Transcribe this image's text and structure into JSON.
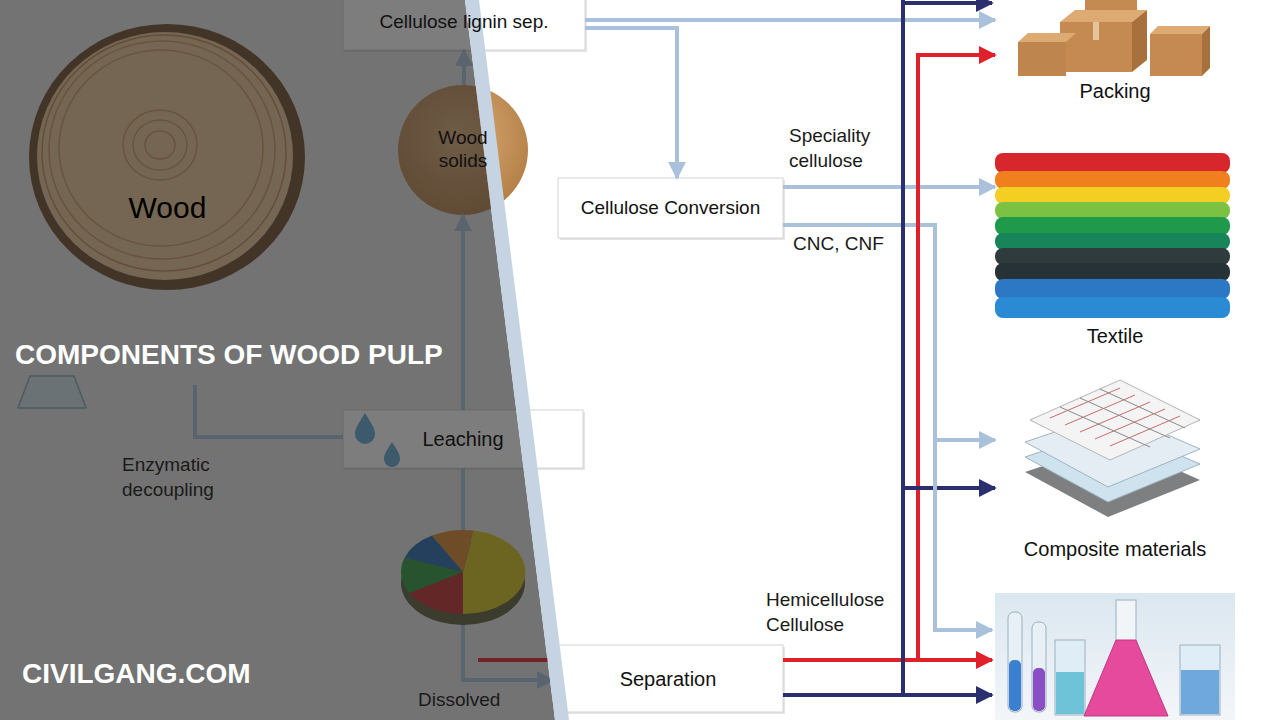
{
  "diagram": {
    "title": "COMPONENTS OF WOOD PULP",
    "nodes": [
      {
        "text": [
          "Cellulose lignin sep."
        ]
      },
      {
        "text": [
          "Wood"
        ]
      },
      {
        "text": [
          "Wood solids"
        ]
      },
      {
        "text": [
          "Cellulose Conversion"
        ]
      },
      {
        "text": [
          "Leaching"
        ]
      },
      {
        "text": [
          "Separation"
        ]
      },
      {
        "text": [
          "Packing"
        ]
      },
      {
        "text": [
          "Textile"
        ]
      },
      {
        "text": [
          "Composite materials"
        ]
      }
    ],
    "edges": [
      {
        "from": 2,
        "to": 0,
        "arrow": "to"
      },
      {
        "from": 4,
        "to": 2,
        "arrow": "to"
      },
      {
        "from": 0,
        "to": 6,
        "arrow": "to"
      },
      {
        "from": 0,
        "to": 3,
        "arrow": "to"
      },
      {
        "from": 3,
        "to": 7,
        "label": "Speciality cellulose",
        "arrow": "to"
      },
      {
        "from": 3,
        "to": 8,
        "label": "CNC, CNF",
        "arrow": "to"
      },
      {
        "from": 5,
        "to": 6,
        "label": "Hemicellulose Cellulose",
        "arrow": "to"
      },
      {
        "from": 5,
        "to": 8,
        "arrow": "to"
      },
      {
        "from": 4,
        "to": 5,
        "arrow": "to"
      }
    ],
    "labels": [
      "Enzymatic decoupling",
      "Dissolved",
      "CIVILGANG.COM"
    ]
  }
}
